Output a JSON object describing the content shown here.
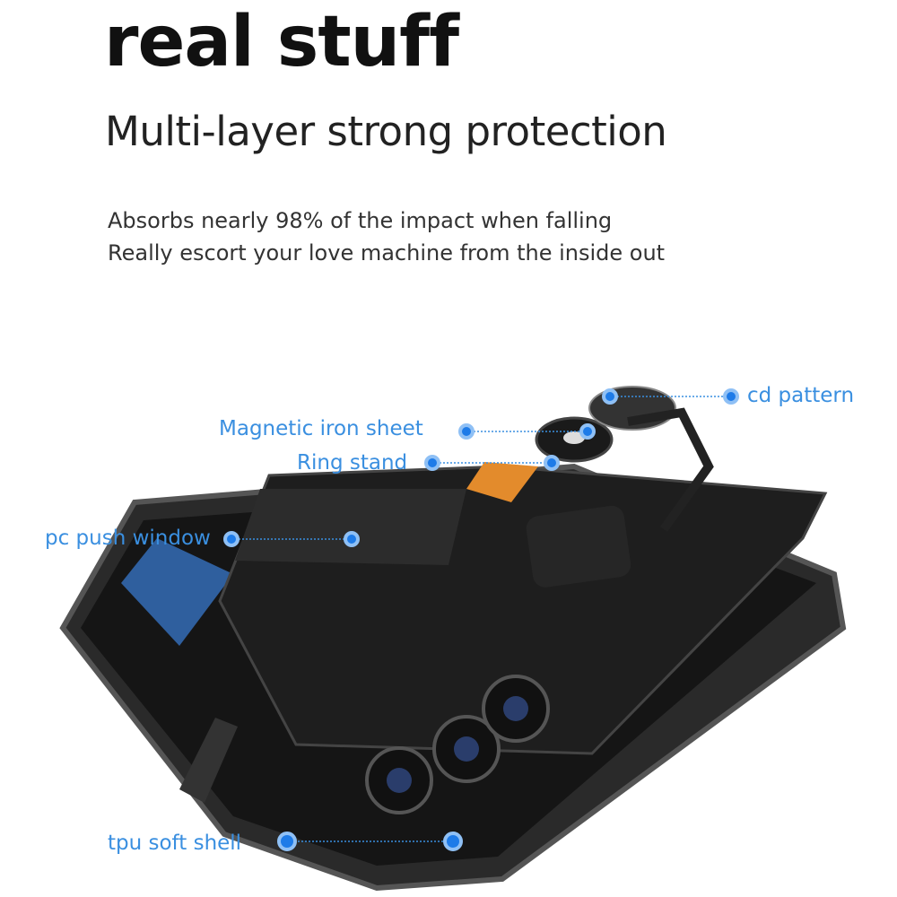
{
  "heading": "real stuff",
  "subheading": "Multi-layer strong protection",
  "description": [
    "Absorbs nearly 98% of the impact when falling",
    "Really escort your love machine from the inside out"
  ],
  "callouts": {
    "cd_pattern": "cd pattern",
    "magnetic_iron_sheet": "Magnetic iron sheet",
    "ring_stand": "Ring stand",
    "pc_push_window": "pc push window",
    "tpu_soft_shell": "tpu soft shell"
  },
  "colors": {
    "accent": "#3a8fe0",
    "dot": "#1e7be8",
    "case": "#1c1c1c"
  }
}
